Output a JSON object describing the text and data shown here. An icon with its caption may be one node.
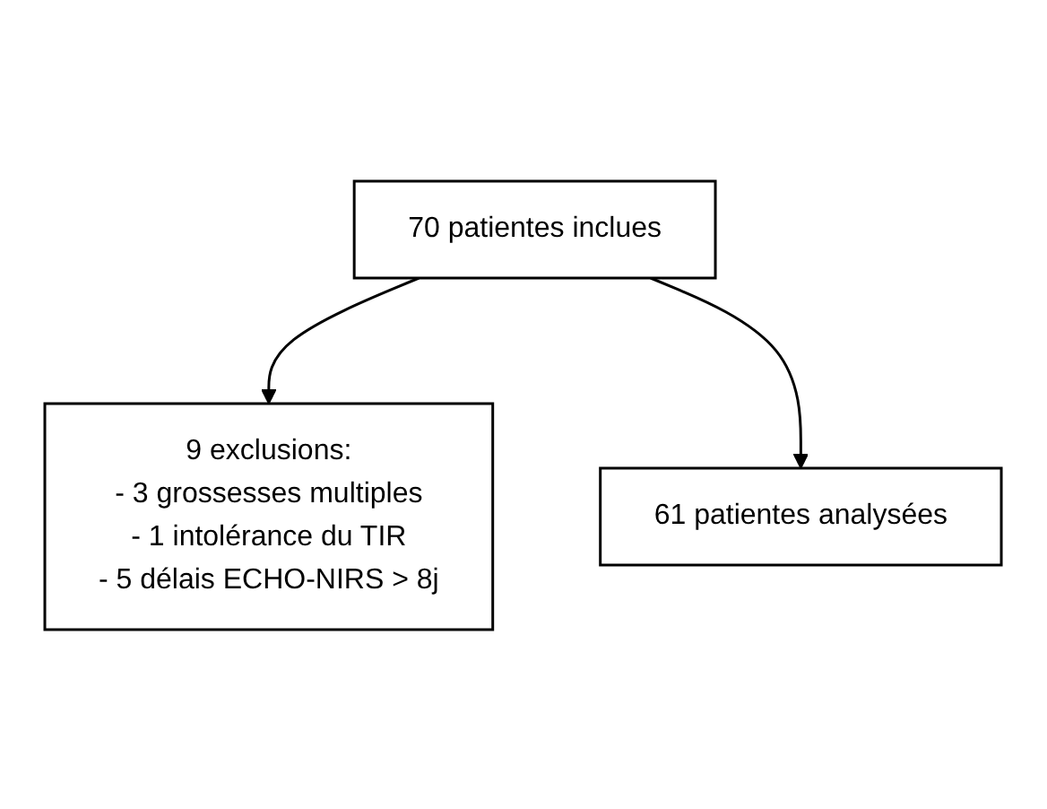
{
  "diagram": {
    "nodes": [
      {
        "text": [
          "70 patientes inclues"
        ]
      },
      {
        "text": [
          "9 exclusions:",
          "- 3 grossesses multiples",
          "- 1 intolérance du TIR",
          "- 5 délais ECHO-NIRS > 8j"
        ]
      },
      {
        "text": [
          "61 patientes analysées"
        ]
      }
    ],
    "edges": [
      {
        "from": 0,
        "to": 1,
        "arrow": "to"
      },
      {
        "from": 0,
        "to": 2,
        "arrow": "to"
      }
    ]
  }
}
